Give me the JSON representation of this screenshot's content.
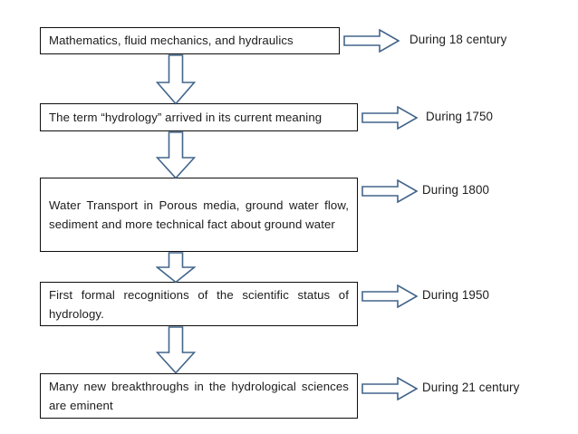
{
  "diagram": {
    "title": "History of hydrology timeline flowchart",
    "background_color": "#ffffff",
    "box_border_color": "#0d0d0d",
    "arrow_outline_color": "#43658b",
    "arrow_fill_color": "#ffffff",
    "text_color": "#1c1c1c",
    "stages": [
      {
        "id": "stage-1",
        "text": "Mathematics, fluid mechanics, and hydraulics",
        "period": "During 18 century",
        "align": "left"
      },
      {
        "id": "stage-2",
        "text": "The term “hydrology” arrived in its current meaning",
        "period": "During 1750",
        "align": "left"
      },
      {
        "id": "stage-3",
        "text": "Water Transport in Porous media, ground water flow, sediment and more technical fact about ground water",
        "period": "During 1800",
        "align": "justify"
      },
      {
        "id": "stage-4",
        "text": "First formal recognitions of the scientific status of hydrology.",
        "period": "During 1950",
        "align": "justify"
      },
      {
        "id": "stage-5",
        "text": "Many new breakthroughs in the hydrological sciences are eminent",
        "period": "During 21 century",
        "align": "justify"
      }
    ],
    "connectors": [
      {
        "id": "connector-1",
        "icon": "down-block-arrow-icon",
        "from": "stage-1",
        "to": "stage-2"
      },
      {
        "id": "connector-2",
        "icon": "down-block-arrow-icon",
        "from": "stage-2",
        "to": "stage-3"
      },
      {
        "id": "connector-3",
        "icon": "down-block-arrow-icon",
        "from": "stage-3",
        "to": "stage-4"
      },
      {
        "id": "connector-4",
        "icon": "down-block-arrow-icon",
        "from": "stage-4",
        "to": "stage-5"
      }
    ],
    "period_connectors": [
      {
        "id": "period-arrow-1",
        "icon": "right-block-arrow-icon"
      },
      {
        "id": "period-arrow-2",
        "icon": "right-block-arrow-icon"
      },
      {
        "id": "period-arrow-3",
        "icon": "right-block-arrow-icon"
      },
      {
        "id": "period-arrow-4",
        "icon": "right-block-arrow-icon"
      },
      {
        "id": "period-arrow-5",
        "icon": "right-block-arrow-icon"
      }
    ]
  }
}
